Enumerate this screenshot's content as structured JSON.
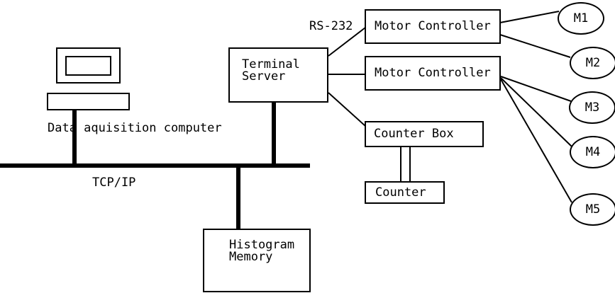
{
  "diagram": {
    "nodes": {
      "data_acquisition_computer": {
        "label": "Data aquisition computer"
      },
      "terminal_server": {
        "line1": "Terminal",
        "line2": "Server"
      },
      "motor_controller_1": {
        "label": "Motor Controller"
      },
      "motor_controller_2": {
        "label": "Motor Controller"
      },
      "counter_box": {
        "label": "Counter Box"
      },
      "counter": {
        "label": "Counter"
      },
      "histogram_memory": {
        "line1": "Histogram",
        "line2": "Memory"
      },
      "motors": [
        {
          "label": "M1"
        },
        {
          "label": "M2"
        },
        {
          "label": "M3"
        },
        {
          "label": "M4"
        },
        {
          "label": "M5"
        }
      ]
    },
    "edge_labels": {
      "serial_link": "RS-232",
      "network_bus": "TCP/IP"
    },
    "connections": [
      {
        "from": "data_acquisition_computer",
        "to": "tcp_ip_bus",
        "style": "thick"
      },
      {
        "from": "terminal_server",
        "to": "tcp_ip_bus",
        "style": "thick"
      },
      {
        "from": "tcp_ip_bus",
        "to": "histogram_memory",
        "style": "thick"
      },
      {
        "from": "terminal_server",
        "to": "motor_controller_1",
        "label": "RS-232",
        "style": "thin"
      },
      {
        "from": "terminal_server",
        "to": "motor_controller_2",
        "style": "thin"
      },
      {
        "from": "terminal_server",
        "to": "counter_box",
        "style": "thin"
      },
      {
        "from": "motor_controller_1",
        "to": "M1",
        "style": "thin"
      },
      {
        "from": "motor_controller_1",
        "to": "M2",
        "style": "thin"
      },
      {
        "from": "motor_controller_2",
        "to": "M3",
        "style": "thin"
      },
      {
        "from": "motor_controller_2",
        "to": "M4",
        "style": "thin"
      },
      {
        "from": "motor_controller_2",
        "to": "M5",
        "style": "thin"
      },
      {
        "from": "counter_box",
        "to": "counter",
        "style": "double"
      }
    ],
    "colors": {
      "line": "#000000",
      "background": "#ffffff"
    }
  }
}
